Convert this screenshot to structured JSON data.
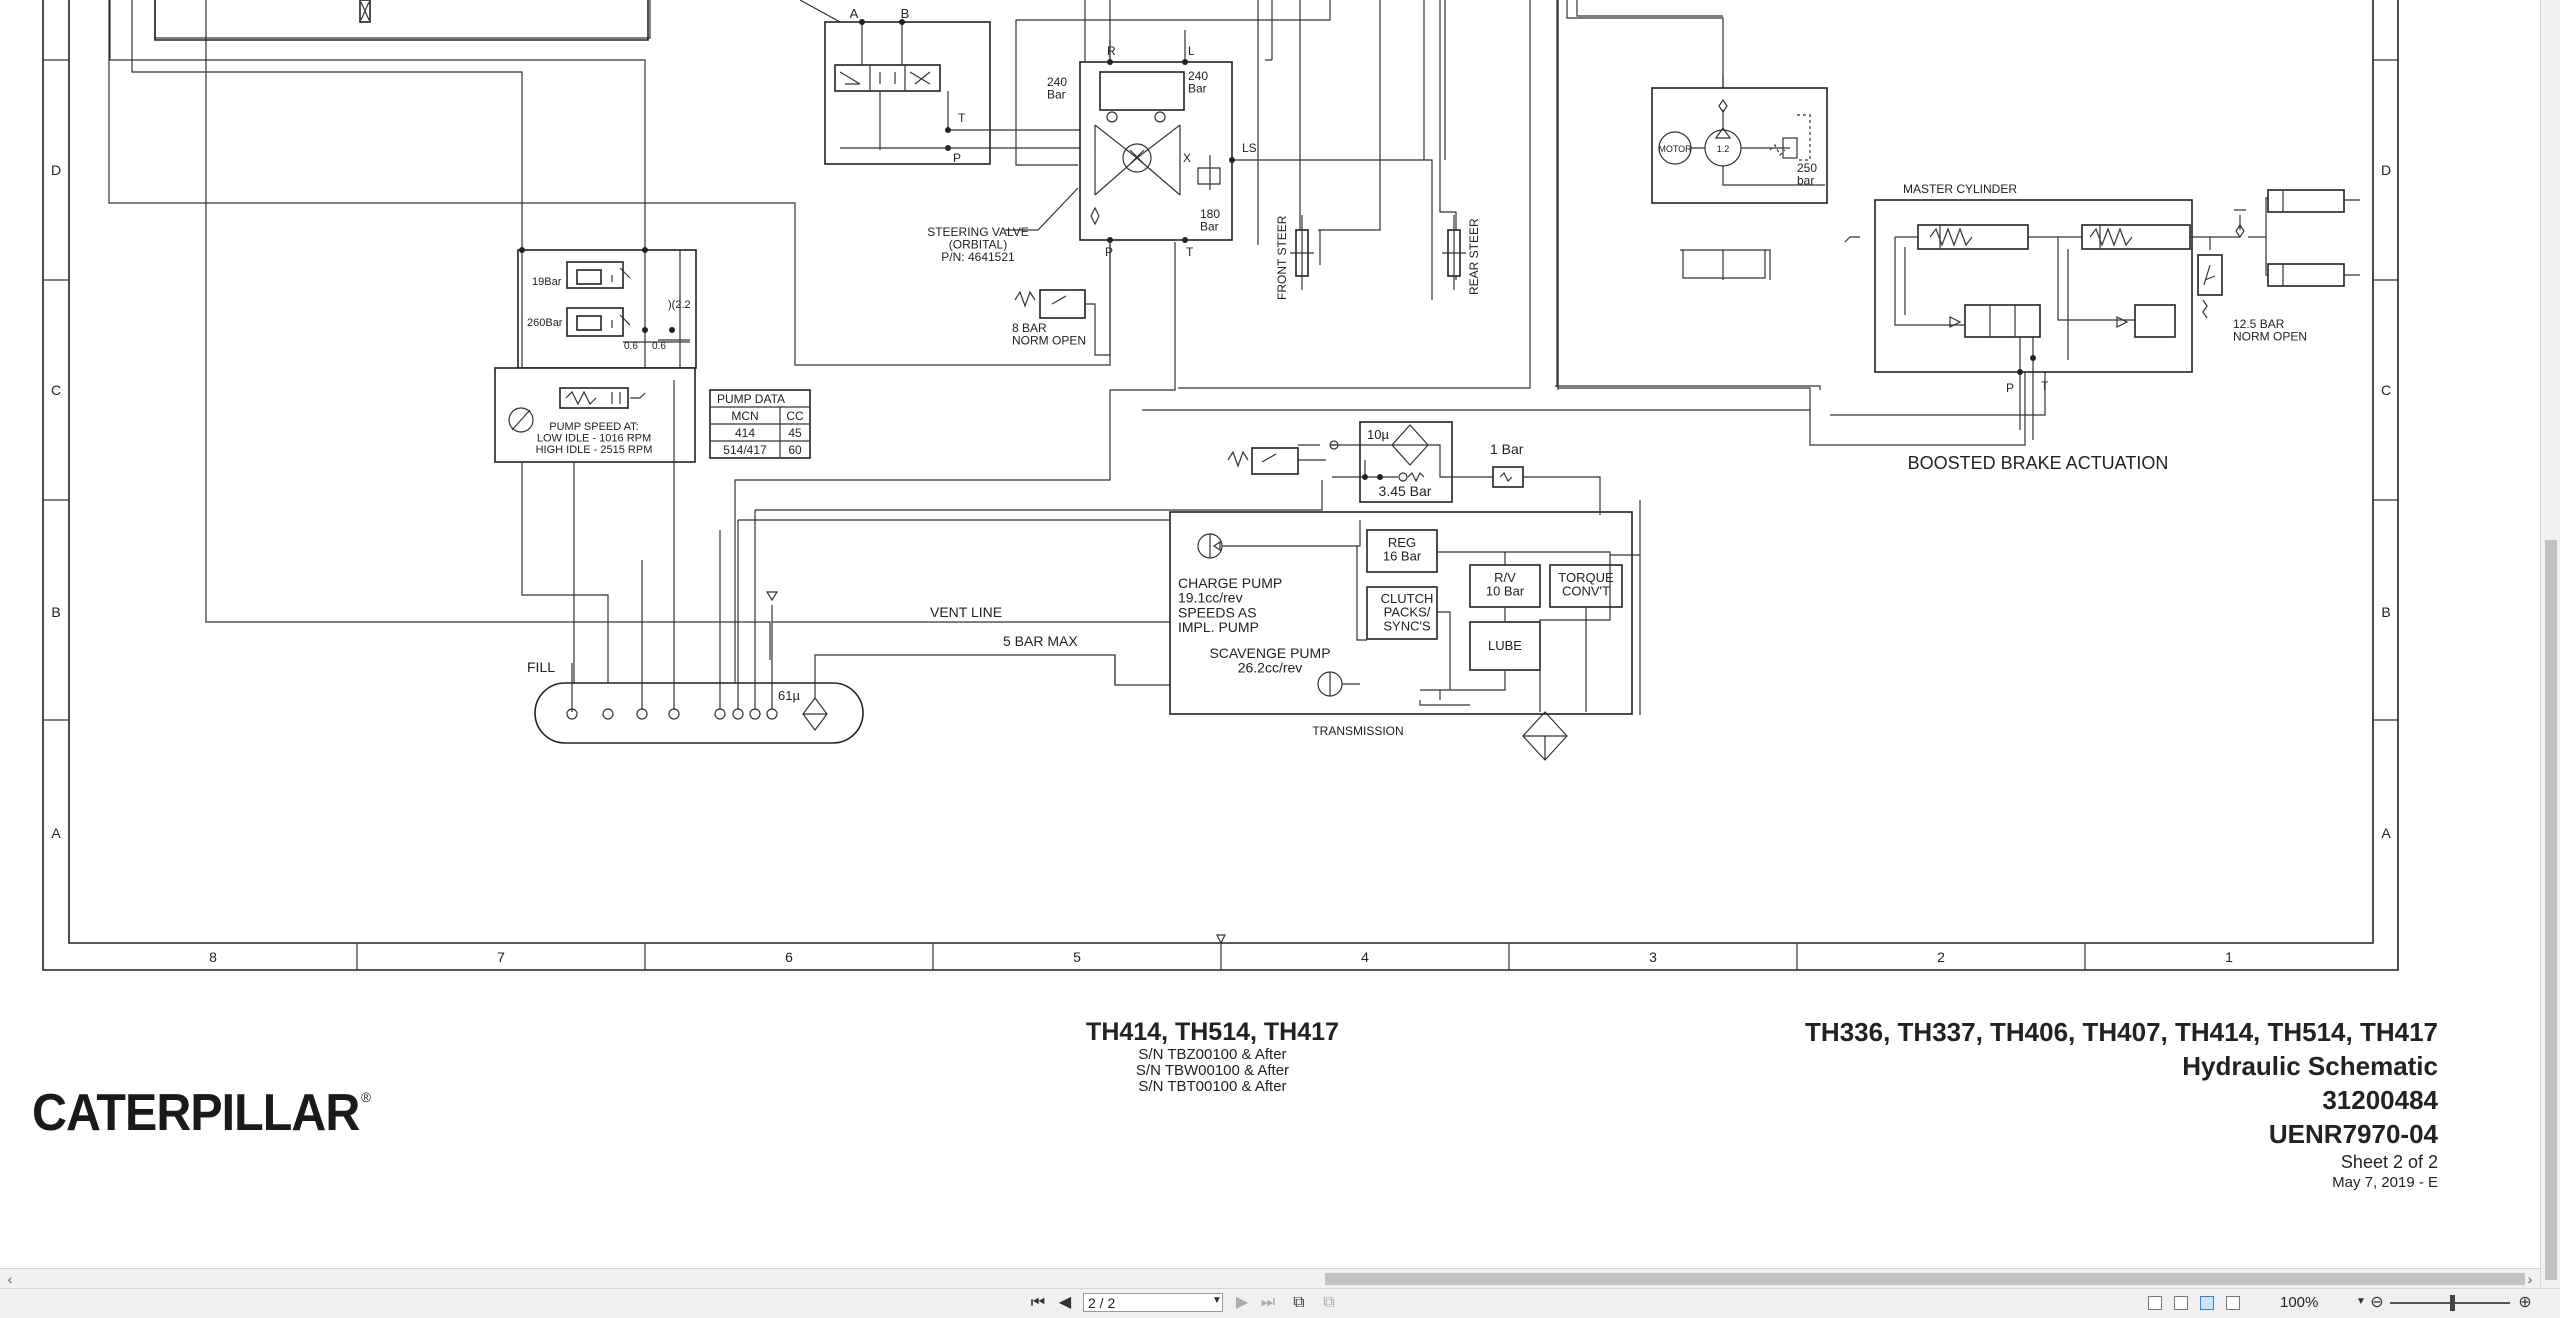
{
  "diagram": {
    "grid_columns": [
      "8",
      "7",
      "6",
      "5",
      "4",
      "3",
      "2",
      "1"
    ],
    "grid_rows": [
      "D",
      "C",
      "B",
      "A"
    ],
    "labels": {
      "port_a": "A",
      "port_b": "B",
      "port_t": "T",
      "port_p": "P",
      "port_r": "R",
      "port_l": "L",
      "port_ls": "LS",
      "port_x": "X",
      "relief_240_left": "240\nBar",
      "relief_240_right": "240\nBar",
      "relief_180": "180\nBar",
      "steering_valve": "STEERING VALVE\n(ORBITAL)\nP/N: 4641521",
      "switch_8bar": "8 BAR\nNORM OPEN",
      "front_steer": "FRONT STEER",
      "rear_steer": "REAR STEER",
      "valve_19bar": "19Bar",
      "valve_260bar": "260Bar",
      "orifice_22": ")(2.2",
      "orifice_06a": "0.6",
      "orifice_06b": "0.6",
      "pump_speed": "PUMP SPEED AT:\nLOW IDLE - 1016 RPM\nHIGH IDLE - 2515 RPM",
      "motor": "MOTOR",
      "pump_12": "1.2",
      "relief_250": "250\nbar",
      "master_cylinder": "MASTER CYLINDER",
      "switch_125": "12.5 BAR\nNORM OPEN",
      "boosted_brake": "BOOSTED BRAKE ACTUATION",
      "filter_10u": "10µ",
      "bar_345": "3.45 Bar",
      "bar_1": "1 Bar",
      "reg": "REG\n16 Bar",
      "rv": "R/V\n10 Bar",
      "torque": "TORQUE\nCONV'T",
      "clutch": "CLUTCH\nPACKS/\nSYNC'S",
      "lube": "LUBE",
      "charge_pump": "CHARGE PUMP\n19.1cc/rev\nSPEEDS AS\nIMPL. PUMP",
      "scavenge_pump": "SCAVENGE PUMP\n26.2cc/rev",
      "transmission": "TRANSMISSION",
      "vent_line": "VENT LINE",
      "bar_5_max": "5 BAR MAX",
      "fill": "FILL",
      "filter_61u": "61µ"
    },
    "pump_table": {
      "title": "PUMP DATA",
      "headers": [
        "MCN",
        "CC"
      ],
      "rows": [
        [
          "414",
          "45"
        ],
        [
          "514/417",
          "60"
        ]
      ]
    }
  },
  "title_block": {
    "brand": "CATERPILLAR",
    "brand_mark": "®",
    "center_models": "TH414, TH514, TH417",
    "serials": [
      "S/N TBZ00100 & After",
      "S/N TBW00100 & After",
      "S/N TBT00100 & After"
    ],
    "right_models": "TH336, TH337, TH406, TH407, TH414, TH514, TH417",
    "doc_title": "Hydraulic Schematic",
    "part_number": "31200484",
    "doc_number": "UENR7970-04",
    "sheet": "Sheet 2 of 2",
    "date": "May 7, 2019 - E"
  },
  "viewer": {
    "page_field": "2 / 2",
    "zoom": "100%",
    "icons": [
      "first-page-icon",
      "prev-page-icon",
      "next-page-icon",
      "last-page-icon",
      "go-back-icon",
      "go-forward-icon",
      "single-page-view-icon",
      "continuous-view-icon",
      "facing-view-icon",
      "book-view-icon",
      "zoom-out-icon",
      "zoom-in-icon"
    ]
  }
}
